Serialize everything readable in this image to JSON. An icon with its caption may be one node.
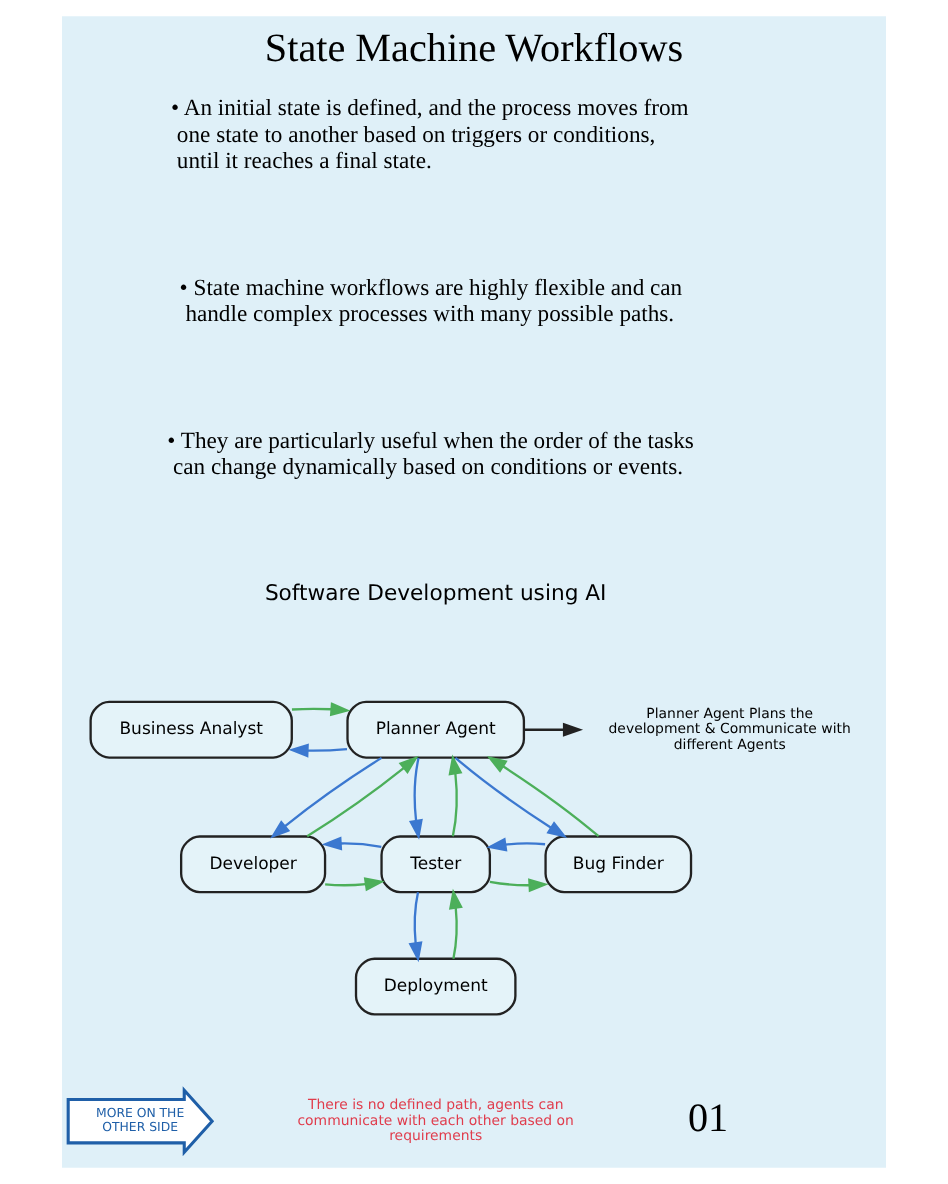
{
  "diagram": {
    "title": "State Machine Workflows",
    "nodes": [
      {
        "text": [
          "Business Analyst"
        ]
      },
      {
        "text": [
          "Planner Agent"
        ]
      },
      {
        "text": [
          "Developer"
        ]
      },
      {
        "text": [
          "Tester"
        ]
      },
      {
        "text": [
          "Bug Finder"
        ]
      },
      {
        "text": [
          "Deployment"
        ]
      },
      {
        "text": [
          "Planner Agent Plans the development & Communicate with different Agents"
        ]
      },
      {
        "text": [
          "MORE ON THE OTHER SIDE"
        ]
      }
    ],
    "edges": [
      {
        "from": 1,
        "to": 0,
        "arrow": "to",
        "color": "#3b78d0"
      },
      {
        "from": 0,
        "to": 1,
        "arrow": "to",
        "color": "#4caf5a"
      },
      {
        "from": 1,
        "to": 6,
        "arrow": "to",
        "color": "#222222"
      },
      {
        "from": 1,
        "to": 2,
        "arrow": "to",
        "color": "#3b78d0"
      },
      {
        "from": 2,
        "to": 1,
        "arrow": "to",
        "color": "#4caf5a"
      },
      {
        "from": 1,
        "to": 3,
        "arrow": "to",
        "color": "#3b78d0"
      },
      {
        "from": 3,
        "to": 1,
        "arrow": "to",
        "color": "#4caf5a"
      },
      {
        "from": 1,
        "to": 4,
        "arrow": "to",
        "color": "#3b78d0"
      },
      {
        "from": 4,
        "to": 1,
        "arrow": "to",
        "color": "#4caf5a"
      },
      {
        "from": 2,
        "to": 3,
        "arrow": "to",
        "color": "#4caf5a"
      },
      {
        "from": 3,
        "to": 2,
        "arrow": "to",
        "color": "#3b78d0"
      },
      {
        "from": 3,
        "to": 4,
        "arrow": "to",
        "color": "#4caf5a"
      },
      {
        "from": 4,
        "to": 3,
        "arrow": "to",
        "color": "#3b78d0"
      },
      {
        "from": 3,
        "to": 5,
        "arrow": "to",
        "color": "#3b78d0"
      },
      {
        "from": 5,
        "to": 3,
        "arrow": "to",
        "color": "#4caf5a"
      }
    ],
    "labels": [
      "• An initial state is defined, and the process moves from one state to another based on triggers or conditions, until it reaches a final state.",
      "• State machine workflows are highly flexible and can handle complex processes with many possible paths.",
      "• They are particularly useful when the order of the tasks can change dynamically based on conditions or events.",
      "Software Development using AI",
      "There is no defined path, agents can communicate with each other based on requirements",
      "01"
    ]
  }
}
